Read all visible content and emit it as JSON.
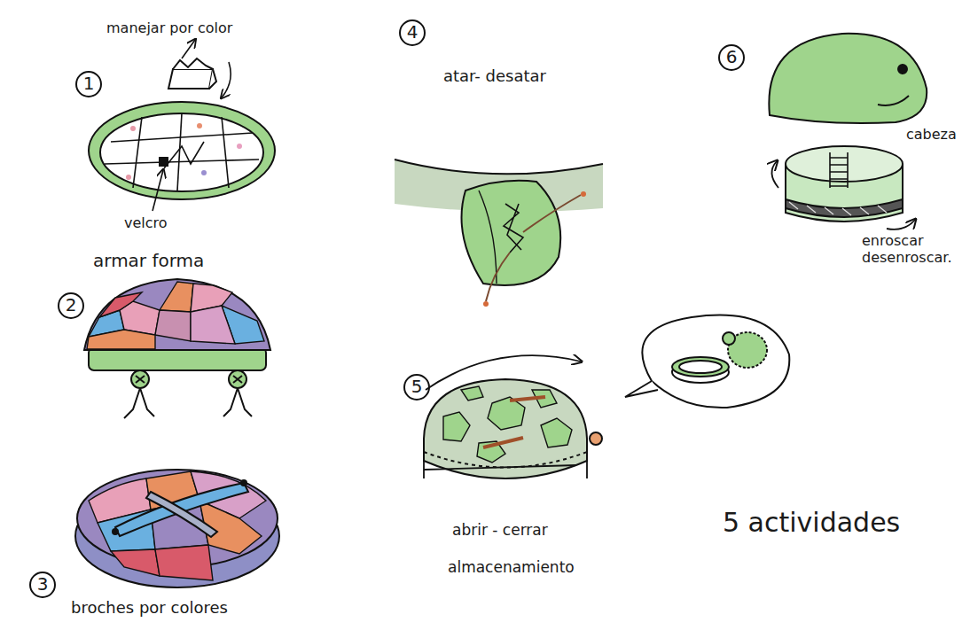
{
  "diagram": {
    "labels": [
      "1",
      "manejar por color",
      "velcro",
      "2",
      "armar forma",
      "3",
      "broches por colores",
      "4",
      "atar- desatar",
      "5",
      "abrir - cerrar",
      "almacenamiento",
      "6",
      "cabeza",
      "enroscar desenroscar.",
      "5 actividades"
    ]
  }
}
